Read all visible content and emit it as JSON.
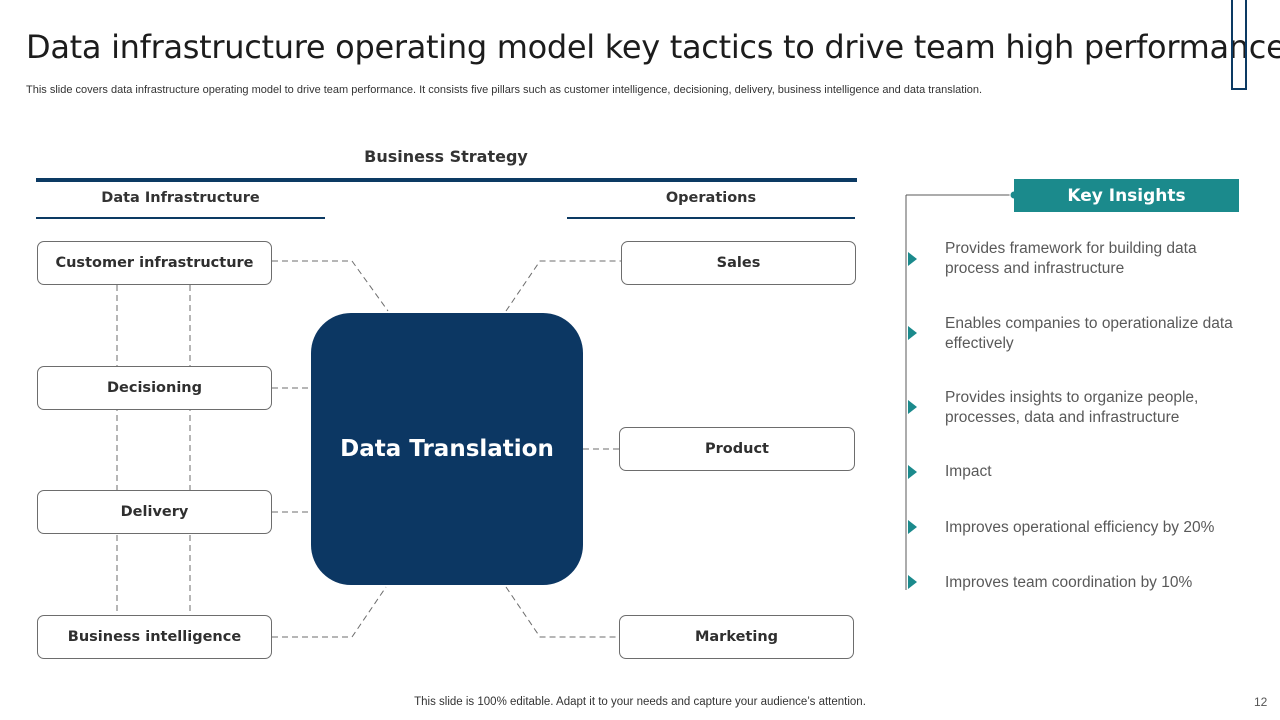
{
  "slide": {
    "title": "Data infrastructure operating model key tactics to drive team high performance",
    "subtitle": "This slide covers data infrastructure operating model to drive team performance. It consists five pillars such as customer intelligence, decisioning, delivery, business intelligence and data translation.",
    "footer": "This slide is 100% editable. Adapt it to your needs and capture your audience’s attention.",
    "page_number": "12"
  },
  "diagram": {
    "business_strategy": "Business Strategy",
    "left_heading": "Data Infrastructure",
    "right_heading": "Operations",
    "center": "Data Translation",
    "left_items": [
      "Customer infrastructure",
      "Decisioning",
      "Delivery",
      "Business intelligence"
    ],
    "right_items": [
      "Sales",
      "Product",
      "Marketing"
    ]
  },
  "insights": {
    "heading": "Key Insights",
    "items": [
      "Provides framework for building data process and infrastructure",
      "Enables companies to operationalize data effectively",
      "Provides insights to organize people, processes, data and infrastructure",
      "Impact",
      "Improves operational efficiency by 20%",
      "Improves team coordination by 10%"
    ]
  },
  "colors": {
    "navy": "#0c3763",
    "teal": "#1b8a8c"
  }
}
